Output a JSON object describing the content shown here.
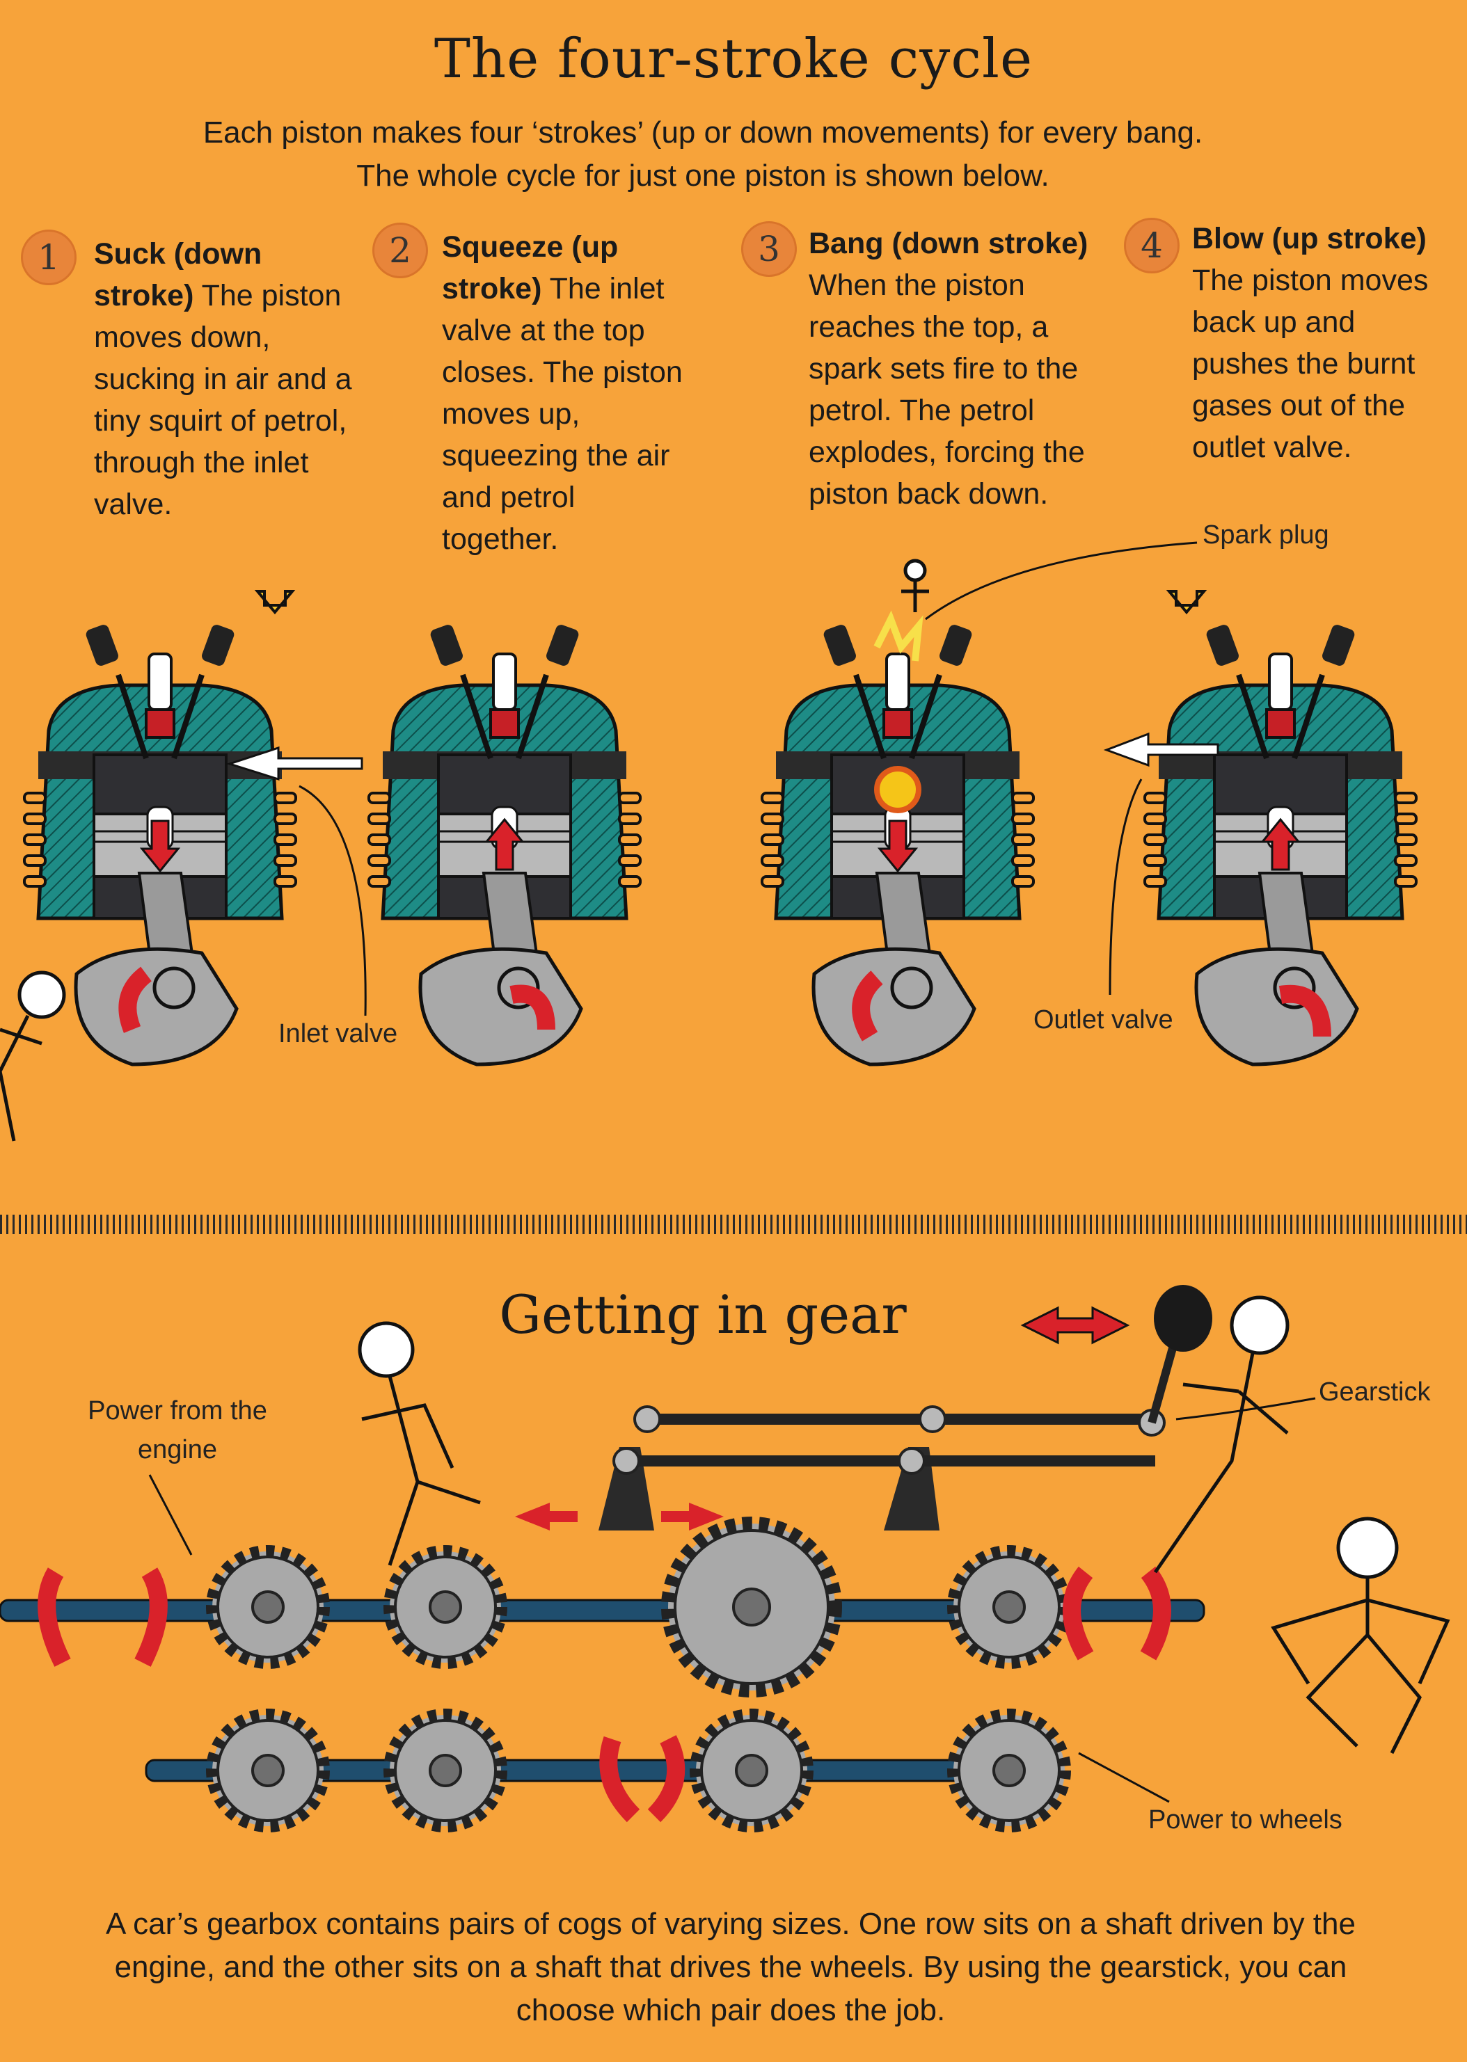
{
  "title": "The four-stroke cycle",
  "intro": "Each piston makes four ‘strokes’ (up or down movements) for every bang. The whole cycle for just one piston is shown below.",
  "steps": [
    {
      "num": "1",
      "heading": "Suck (down stroke)",
      "body": "The piston moves down, sucking in air and a tiny squirt of petrol, through the inlet valve."
    },
    {
      "num": "2",
      "heading": "Squeeze (up stroke)",
      "body": "The inlet valve at the top closes. The piston moves up, squeezing the air and petrol together."
    },
    {
      "num": "3",
      "heading": "Bang (down stroke)",
      "body": "When the piston reaches the top, a spark sets fire to the petrol. The petrol explodes, forcing the piston back down."
    },
    {
      "num": "4",
      "heading": "Blow (up stroke)",
      "body": "The piston moves back up and pushes the burnt gases out of the outlet valve."
    }
  ],
  "labels": {
    "spark_plug": "Spark plug",
    "inlet_valve": "Inlet valve",
    "outlet_valve": "Outlet valve",
    "power_from_engine": "Power from the engine",
    "gearstick": "Gearstick",
    "power_to_wheels": "Power to wheels"
  },
  "gear_title": "Getting in gear",
  "footer": "A car’s gearbox contains pairs of cogs of varying sizes. One row sits on a shaft driven by the engine, and the other sits on a shaft that drives the wheels. By using the gearstick, you can choose which pair does the job.",
  "colors": {
    "background": "#F7A33A",
    "engine_teal": "#1E8C86",
    "arrow_red": "#D9222A",
    "shaft_blue": "#1F4E6E",
    "metal_grey": "#A9A9A9"
  }
}
